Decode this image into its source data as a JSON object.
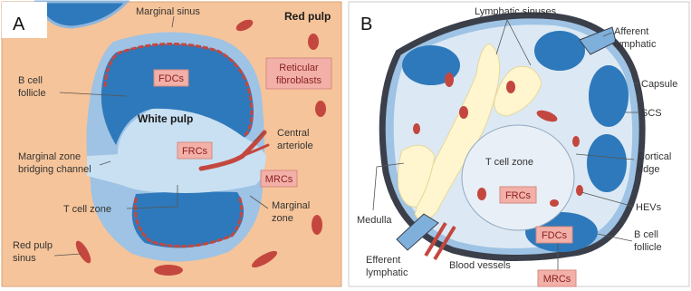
{
  "colors": {
    "panel_a_bg": "#f6c49a",
    "follicle_blue": "#2e79bb",
    "marginal_light": "#9ec3e4",
    "white_pulp_pale": "#c8e0f2",
    "fibroblast_red": "#c4473f",
    "box_fill": "#f2b0a8",
    "capsule_dark": "#3b3f4a",
    "medulla_cream": "#fff6cf",
    "node_fill": "#dce9f4"
  },
  "panel_a": {
    "letter": "A",
    "labels": {
      "marginal_sinus": "Marginal sinus",
      "red_pulp": "Red pulp",
      "b_cell_follicle_1": "B cell",
      "b_cell_follicle_2": "follicle",
      "reticular_fibroblasts_1": "Reticular",
      "reticular_fibroblasts_2": "fibroblasts",
      "white_pulp": "White pulp",
      "central_arteriole_1": "Central",
      "central_arteriole_2": "arteriole",
      "marginal_zone_bridging_1": "Marginal zone",
      "marginal_zone_bridging_2": "bridging channel",
      "t_cell_zone": "T cell zone",
      "marginal_zone_1": "Marginal",
      "marginal_zone_2": "zone",
      "red_pulp_sinus_1": "Red pulp",
      "red_pulp_sinus_2": "sinus"
    },
    "boxes": {
      "fdcs": "FDCs",
      "frcs": "FRCs",
      "mrcs": "MRCs"
    }
  },
  "panel_b": {
    "letter": "B",
    "labels": {
      "lymphatic_sinuses": "Lymphatic sinuses",
      "afferent_lymphatic_1": "Afferent",
      "afferent_lymphatic_2": "lymphatic",
      "capsule": "Capsule",
      "scs": "SCS",
      "cortical_ridge_1": "Cortical",
      "cortical_ridge_2": "ridge",
      "t_cell_zone": "T cell zone",
      "medulla": "Medulla",
      "hevs": "HEVs",
      "b_cell_follicle_1": "B cell",
      "b_cell_follicle_2": "follicle",
      "efferent_lymphatic_1": "Efferent",
      "efferent_lymphatic_2": "lymphatic",
      "blood_vessels": "Blood vessels"
    },
    "boxes": {
      "frcs": "FRCs",
      "fdcs": "FDCs",
      "mrcs": "MRCs"
    }
  }
}
